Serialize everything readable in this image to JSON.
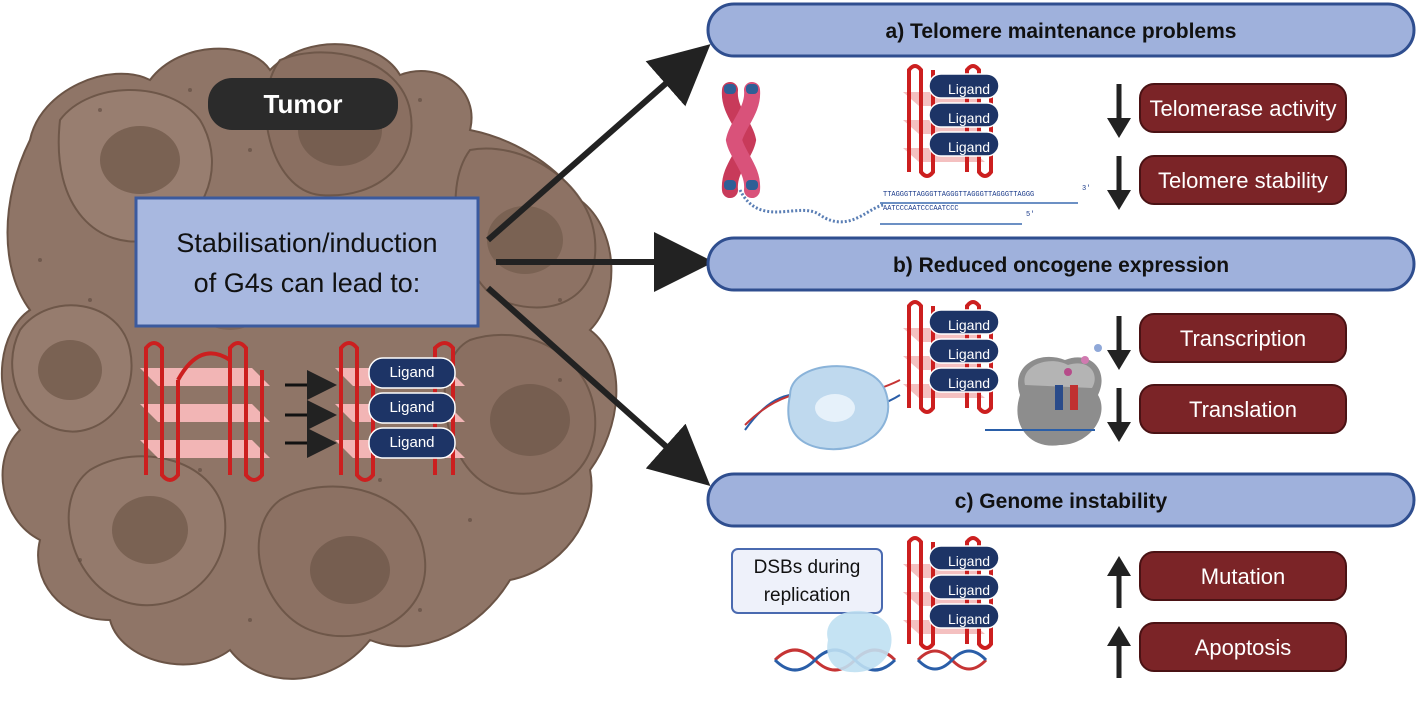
{
  "tumor": {
    "label": "Tumor",
    "info_line1": "Stabilisation/induction",
    "info_line2": "of G4s can lead to:",
    "ligand": "Ligand"
  },
  "sections": [
    {
      "header": "a) Telomere maintenance problems",
      "effects": [
        {
          "direction": "down",
          "label": "Telomerase activity"
        },
        {
          "direction": "down",
          "label": "Telomere stability"
        }
      ],
      "sequence_top": "TTAGGGTTAGGGTTAGGGTTAGGGTTAGGGTTAGGG",
      "sequence_bottom": "AATCCCAATCCCAATCCC",
      "prime3": "3'",
      "prime5": "5'"
    },
    {
      "header": "b) Reduced oncogene expression",
      "effects": [
        {
          "direction": "down",
          "label": "Transcription"
        },
        {
          "direction": "down",
          "label": "Translation"
        }
      ]
    },
    {
      "header": "c) Genome instability",
      "note_line1": "DSBs during",
      "note_line2": "replication",
      "effects": [
        {
          "direction": "up",
          "label": "Mutation"
        },
        {
          "direction": "up",
          "label": "Apoptosis"
        }
      ]
    }
  ],
  "colors": {
    "tumor_fill": "#8f7567",
    "tumor_dark": "#7a6253",
    "header_fill": "#9fb1dc",
    "header_stroke": "#2f4e8f",
    "effect_fill": "#7b2427",
    "ligand_fill": "#1d3466",
    "g4_strand": "#cc1f1f",
    "g4_plane": "#f2b5b5"
  }
}
